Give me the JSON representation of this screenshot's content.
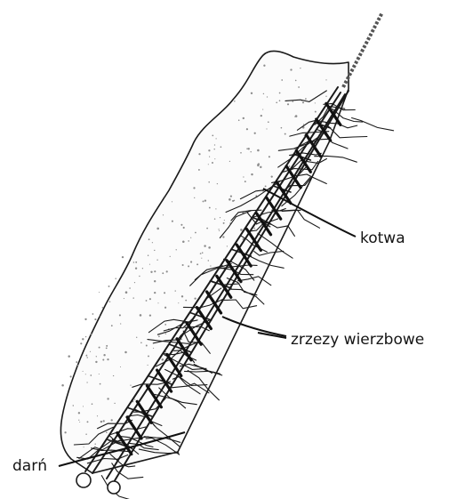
{
  "labels": {
    "anchor": "kotwa",
    "cuttings": "zrzezy wierzbowe",
    "turf": "darń"
  },
  "colors": {
    "ink": "#1a1a1a",
    "background": "#ffffff",
    "stipple": "#8c8c8c"
  }
}
